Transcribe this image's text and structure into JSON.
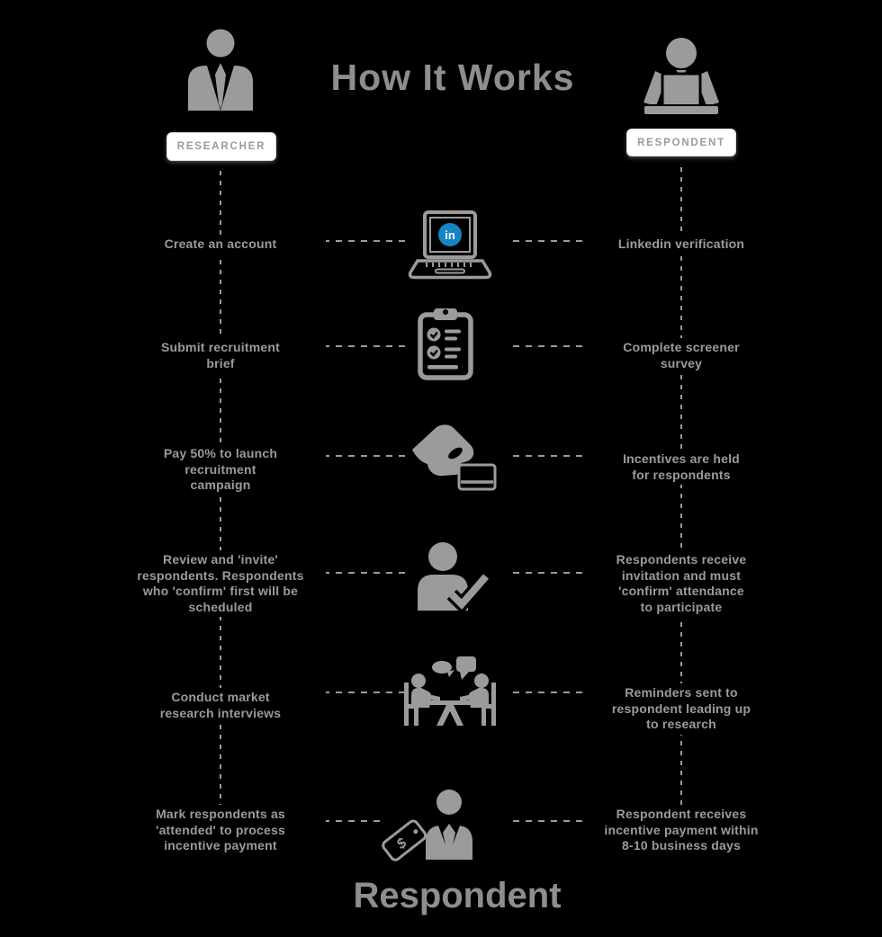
{
  "page": {
    "title": "How It Works",
    "footer_logo": "Respondent",
    "background": "#000000"
  },
  "colors": {
    "icon_gray": "#9b9b9b",
    "title_gray": "#8e8e8e",
    "label_text": "#9a9a9a",
    "label_bg": "#ffffff",
    "linkedin_blue": "#1685c4"
  },
  "roles": {
    "researcher": {
      "label": "RESEARCHER"
    },
    "respondent": {
      "label": "RESPONDENT"
    }
  },
  "glyphs": {
    "linkedin": "in",
    "price_tag": "$"
  },
  "steps": [
    {
      "left": "Create an account",
      "icon": "laptop-linkedin-icon",
      "right": "Linkedin verification"
    },
    {
      "left": "Submit recruitment\nbrief",
      "icon": "clipboard-checklist-icon",
      "right": "Complete screener\nsurvey"
    },
    {
      "left": "Pay 50% to launch\nrecruitment\ncampaign",
      "icon": "hand-credit-card-icon",
      "right": "Incentives are held\nfor respondents"
    },
    {
      "left": "Review and 'invite'\nrespondents. Respondents\nwho 'confirm' first will be\nscheduled",
      "icon": "person-confirm-icon",
      "right": "Respondents receive\ninvitation and must\n'confirm' attendance\nto participate"
    },
    {
      "left": "Conduct market\nresearch interviews",
      "icon": "meeting-interview-icon",
      "right": "Reminders sent to\nrespondent leading up\nto research"
    },
    {
      "left": "Mark respondents as\n'attended' to process\nincentive payment",
      "icon": "person-price-tag-icon",
      "right": "Respondent receives\nincentive payment within\n8-10 business days"
    }
  ]
}
